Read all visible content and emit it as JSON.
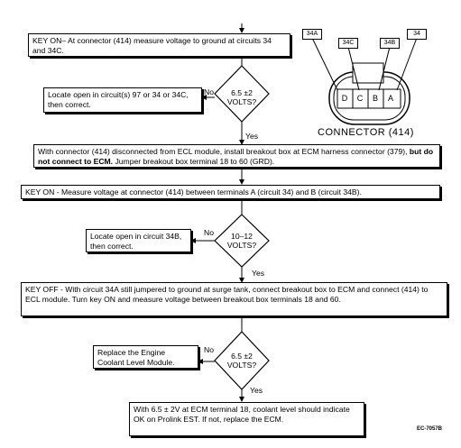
{
  "connector": {
    "tags": [
      "34A",
      "34C",
      "34B",
      "34"
    ],
    "pins": [
      "D",
      "C",
      "B",
      "A"
    ],
    "title": "CONNECTOR (414)"
  },
  "steps": {
    "s1": "KEY ON– At connector (414) measure voltage to ground at circuits 34 and 34C.",
    "d1": "6.5 ±2 VOLTS?",
    "no1": "Locate open in circuit(s) 97 or 34 or 34C, then correct.",
    "s2_a": "With connector (414) disconnected from ECL module, install breakout box at ECM harness connector (379), ",
    "s2_b": "but do not connect to ECM.",
    "s2_c": " Jumper breakout box terminal 18 to 60 (GRD).",
    "s3": "KEY ON - Measure voltage at connector (414) between terminals A (circuit 34) and B (circuit 34B).",
    "d2": "10–12 VOLTS?",
    "no2": "Locate open in circuit 34B, then correct.",
    "s4": "KEY OFF - With circuit 34A still jumpered to ground at surge tank, connect breakout box to ECM and connect (414) to ECL module. Turn key ON and measure voltage between breakout box terminals 18 and 60.",
    "d3": "6.5 ±2 VOLTS?",
    "no3": "Replace the Engine Coolant Level Module.",
    "s5": "With 6.5 ± 2V at ECM terminal 18, coolant level should indicate OK on Prolink EST. If not, replace the ECM."
  },
  "labels": {
    "yes": "Yes",
    "no": "No"
  },
  "figure_code": "EC-7057B"
}
